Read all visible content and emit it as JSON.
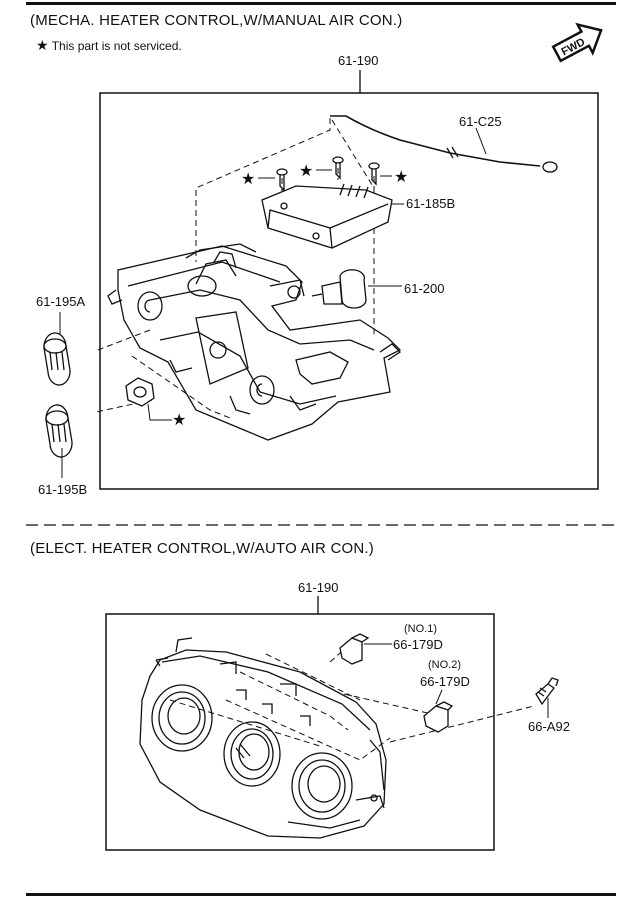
{
  "sections": {
    "top": {
      "heading": "(MECHA. HEATER CONTROL,W/MANUAL AIR CON.)",
      "note": "This part is not serviced.",
      "callouts": {
        "assembly": "61-190",
        "cable": "61-C25",
        "control_unit": "61-185B",
        "switch": "61-200",
        "knob_a": "61-195A",
        "knob_b": "61-195B"
      }
    },
    "bottom": {
      "heading": "(ELECT. HEATER CONTROL,W/AUTO AIR CON.)",
      "callouts": {
        "assembly": "61-190",
        "bulb_no1_tag": "(NO.1)",
        "bulb_no1": "66-179D",
        "bulb_no2_tag": "(NO.2)",
        "bulb_no2": "66-179D",
        "bulb_socket": "66-A92"
      }
    }
  },
  "fwd_badge": "FWD",
  "icons": [
    "star-icon",
    "fwd-arrow-icon"
  ],
  "colors": {
    "ink": "#111111",
    "paper": "#ffffff"
  }
}
